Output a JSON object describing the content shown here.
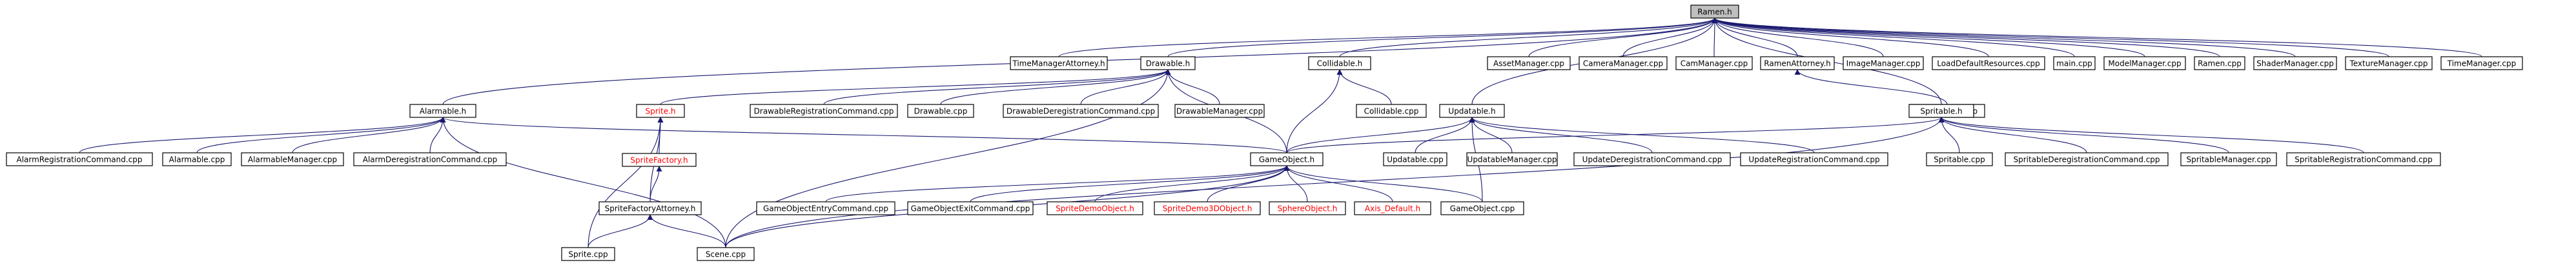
{
  "colors": {
    "edge": "#191970",
    "root_fill": "#bfbfbf",
    "node_border": "#000000",
    "missing_text": "#ff0000"
  },
  "nodes": [
    {
      "id": "ramen_h",
      "label": "Ramen.h",
      "root": true
    },
    {
      "id": "tma_h",
      "label": "TimeManagerAttorney.h"
    },
    {
      "id": "drawable_h",
      "label": "Drawable.h"
    },
    {
      "id": "collidable_h",
      "label": "Collidable.h"
    },
    {
      "id": "updatable_h",
      "label": "Updatable.h"
    },
    {
      "id": "assetmgr_cpp",
      "label": "AssetManager.cpp"
    },
    {
      "id": "cameramgr_cpp",
      "label": "CameraManager.cpp"
    },
    {
      "id": "cammgr_cpp",
      "label": "CamManager.cpp"
    },
    {
      "id": "ramenatt_h",
      "label": "RamenAttorney.h"
    },
    {
      "id": "imagemgr_cpp",
      "label": "ImageManager.cpp"
    },
    {
      "id": "loaddef_cpp",
      "label": "LoadDefaultResources.cpp"
    },
    {
      "id": "main_cpp",
      "label": "main.cpp"
    },
    {
      "id": "modelmgr_cpp",
      "label": "ModelManager.cpp"
    },
    {
      "id": "ramen_cpp",
      "label": "Ramen.cpp"
    },
    {
      "id": "shadermgr_cpp",
      "label": "ShaderManager.cpp"
    },
    {
      "id": "texturemgr_cpp",
      "label": "TextureManager.cpp"
    },
    {
      "id": "timemgr_cpp",
      "label": "TimeManager.cpp"
    },
    {
      "id": "alarmable_h",
      "label": "Alarmable.h"
    },
    {
      "id": "sprite_h",
      "label": "Sprite.h",
      "red": true
    },
    {
      "id": "drawreg_cpp",
      "label": "DrawableRegistrationCommand.cpp"
    },
    {
      "id": "drawable_cpp",
      "label": "Drawable.cpp"
    },
    {
      "id": "drawdereg_cpp",
      "label": "DrawableDeregistrationCommand.cpp"
    },
    {
      "id": "drawmgr_cpp",
      "label": "DrawableManager.cpp"
    },
    {
      "id": "collidable_cpp",
      "label": "Collidable.cpp"
    },
    {
      "id": "freezetime_cpp",
      "label": "FreezeTime.cpp"
    },
    {
      "id": "spritable_h",
      "label": "Spritable.h"
    },
    {
      "id": "spritefactory_h",
      "label": "SpriteFactory.h",
      "red": true
    },
    {
      "id": "gameobject_h",
      "label": "GameObject.h"
    },
    {
      "id": "updatable_cpp",
      "label": "Updatable.cpp"
    },
    {
      "id": "updmgr_cpp",
      "label": "UpdatableManager.cpp"
    },
    {
      "id": "upddereg_cpp",
      "label": "UpdateDeregistrationCommand.cpp"
    },
    {
      "id": "updreg_cpp",
      "label": "UpdateRegistrationCommand.cpp"
    },
    {
      "id": "spritable_cpp",
      "label": "Spritable.cpp"
    },
    {
      "id": "spritdereg_cpp",
      "label": "SpritableDeregistrationCommand.cpp"
    },
    {
      "id": "spritmgr_cpp",
      "label": "SpritableManager.cpp"
    },
    {
      "id": "spritreg_cpp",
      "label": "SpritableRegistrationCommand.cpp"
    },
    {
      "id": "alarmreg_cpp",
      "label": "AlarmRegistrationCommand.cpp"
    },
    {
      "id": "alarmable_cpp",
      "label": "Alarmable.cpp"
    },
    {
      "id": "alarmmgr_cpp",
      "label": "AlarmableManager.cpp"
    },
    {
      "id": "alarmdereg_cpp",
      "label": "AlarmDeregistrationCommand.cpp"
    },
    {
      "id": "spritefactatt_h",
      "label": "SpriteFactoryAttorney.h"
    },
    {
      "id": "goentry_cpp",
      "label": "GameObjectEntryCommand.cpp"
    },
    {
      "id": "goexit_cpp",
      "label": "GameObjectExitCommand.cpp"
    },
    {
      "id": "spritedemo_h",
      "label": "SpriteDemoObject.h",
      "red": true
    },
    {
      "id": "spritedemo3d_h",
      "label": "SpriteDemo3DObject.h",
      "red": true
    },
    {
      "id": "sphere_h",
      "label": "SphereObject.h",
      "red": true
    },
    {
      "id": "axisdef_h",
      "label": "Axis_Default.h",
      "red": true
    },
    {
      "id": "gameobject_cpp",
      "label": "GameObject.cpp"
    },
    {
      "id": "sprite_cpp",
      "label": "Sprite.cpp"
    },
    {
      "id": "scene_cpp",
      "label": "Scene.cpp"
    }
  ],
  "edges": [
    [
      "tma_h",
      "ramen_h"
    ],
    [
      "drawable_h",
      "ramen_h"
    ],
    [
      "collidable_h",
      "ramen_h"
    ],
    [
      "updatable_h",
      "ramen_h"
    ],
    [
      "assetmgr_cpp",
      "ramen_h"
    ],
    [
      "cameramgr_cpp",
      "ramen_h"
    ],
    [
      "cammgr_cpp",
      "ramen_h"
    ],
    [
      "ramenatt_h",
      "ramen_h"
    ],
    [
      "imagemgr_cpp",
      "ramen_h"
    ],
    [
      "loaddef_cpp",
      "ramen_h"
    ],
    [
      "main_cpp",
      "ramen_h"
    ],
    [
      "modelmgr_cpp",
      "ramen_h"
    ],
    [
      "ramen_cpp",
      "ramen_h"
    ],
    [
      "shadermgr_cpp",
      "ramen_h"
    ],
    [
      "texturemgr_cpp",
      "ramen_h"
    ],
    [
      "timemgr_cpp",
      "ramen_h"
    ],
    [
      "alarmable_h",
      "ramen_h"
    ],
    [
      "spritable_h",
      "ramen_h"
    ],
    [
      "sprite_h",
      "drawable_h"
    ],
    [
      "drawreg_cpp",
      "drawable_h"
    ],
    [
      "drawable_cpp",
      "drawable_h"
    ],
    [
      "drawdereg_cpp",
      "drawable_h"
    ],
    [
      "drawmgr_cpp",
      "drawable_h"
    ],
    [
      "gameobject_h",
      "drawable_h"
    ],
    [
      "scene_cpp",
      "drawable_h"
    ],
    [
      "collidable_cpp",
      "collidable_h"
    ],
    [
      "gameobject_h",
      "collidable_h"
    ],
    [
      "freezetime_cpp",
      "ramenatt_h"
    ],
    [
      "gameobject_h",
      "updatable_h"
    ],
    [
      "updatable_cpp",
      "updatable_h"
    ],
    [
      "updmgr_cpp",
      "updatable_h"
    ],
    [
      "upddereg_cpp",
      "updatable_h"
    ],
    [
      "updreg_cpp",
      "updatable_h"
    ],
    [
      "gameobject_cpp",
      "updatable_h"
    ],
    [
      "gameobject_h",
      "spritable_h"
    ],
    [
      "spritable_cpp",
      "spritable_h"
    ],
    [
      "spritdereg_cpp",
      "spritable_h"
    ],
    [
      "spritmgr_cpp",
      "spritable_h"
    ],
    [
      "spritreg_cpp",
      "spritable_h"
    ],
    [
      "scene_cpp",
      "spritable_h"
    ],
    [
      "alarmreg_cpp",
      "alarmable_h"
    ],
    [
      "alarmable_cpp",
      "alarmable_h"
    ],
    [
      "alarmmgr_cpp",
      "alarmable_h"
    ],
    [
      "alarmdereg_cpp",
      "alarmable_h"
    ],
    [
      "gameobject_h",
      "alarmable_h"
    ],
    [
      "scene_cpp",
      "alarmable_h"
    ],
    [
      "spritefactory_h",
      "sprite_h"
    ],
    [
      "spritefactatt_h",
      "sprite_h"
    ],
    [
      "sprite_cpp",
      "sprite_h"
    ],
    [
      "spritefactatt_h",
      "spritefactory_h"
    ],
    [
      "sprite_cpp",
      "spritefactatt_h"
    ],
    [
      "scene_cpp",
      "spritefactatt_h"
    ],
    [
      "goentry_cpp",
      "gameobject_h"
    ],
    [
      "goexit_cpp",
      "gameobject_h"
    ],
    [
      "spritedemo_h",
      "gameobject_h"
    ],
    [
      "spritedemo3d_h",
      "gameobject_h"
    ],
    [
      "sphere_h",
      "gameobject_h"
    ],
    [
      "axisdef_h",
      "gameobject_h"
    ],
    [
      "gameobject_cpp",
      "gameobject_h"
    ],
    [
      "scene_cpp",
      "gameobject_h"
    ]
  ]
}
